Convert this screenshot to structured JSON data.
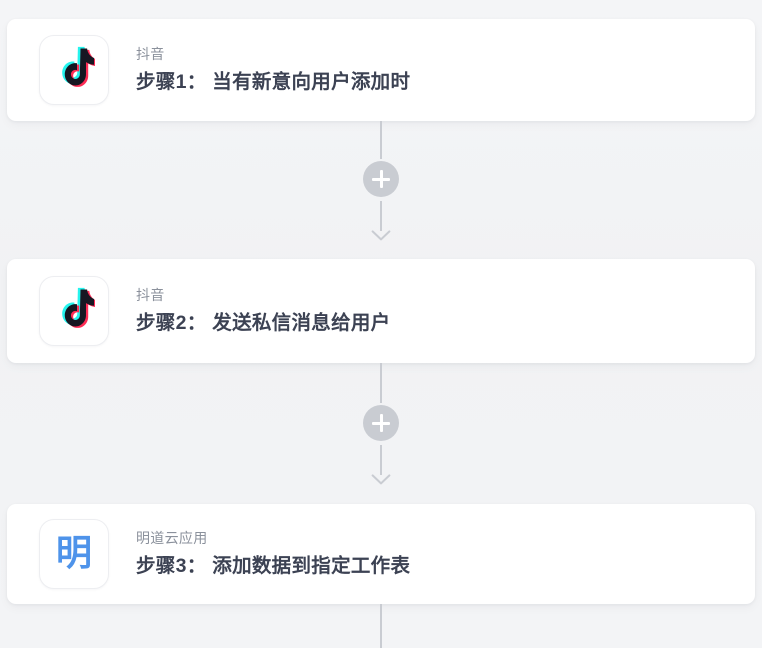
{
  "theme": {
    "background": "#f2f3f5",
    "card_background": "#ffffff",
    "title_color": "#3c4253",
    "subtitle_color": "#8b919c",
    "connector_color": "#c9ccd2",
    "mingdao_blue": "#4e93ea",
    "tiktok_cyan": "#25f4ee",
    "tiktok_pink": "#fe2c55"
  },
  "workflow": {
    "steps": [
      {
        "app_name": "抖音",
        "title": "步骤1： 当有新意向用户添加时",
        "icon": "tiktok-icon"
      },
      {
        "app_name": "抖音",
        "title": "步骤2： 发送私信消息给用户",
        "icon": "tiktok-icon"
      },
      {
        "app_name": "明道云应用",
        "title": "步骤3： 添加数据到指定工作表",
        "icon": "mingdaoyun-icon",
        "icon_glyph": "明"
      }
    ],
    "connectors": [
      {
        "add_label": "+"
      },
      {
        "add_label": "+"
      }
    ]
  }
}
